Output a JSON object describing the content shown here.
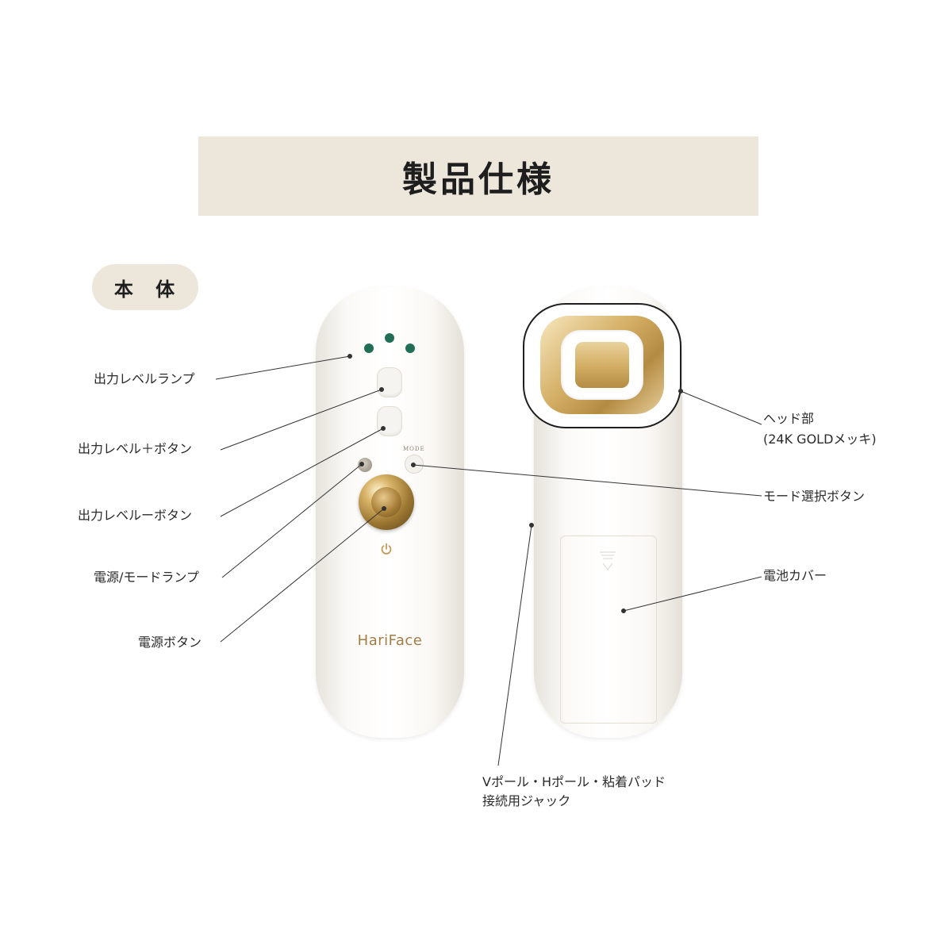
{
  "banner": {
    "title": "製品仕様"
  },
  "section": {
    "label": "本 体"
  },
  "device": {
    "brand": "HariFace",
    "mode_label": "MODE"
  },
  "labels": {
    "output_level_lamp": "出力レベルランプ",
    "output_level_plus": "出力レベル＋ボタン",
    "output_level_minus": "出力レベルーボタン",
    "power_mode_lamp": "電源/モードランプ",
    "power_button": "電源ボタン",
    "head_line1": "ヘッド部",
    "head_line2": "(24K GOLDメッキ)",
    "mode_select": "モード選択ボタン",
    "battery_cover": "電池カバー",
    "jack_line1": "Vポール・Hポール・粘着パッド",
    "jack_line2": "接続用ジャック"
  },
  "colors": {
    "banner_bg": "#ece6db",
    "led_green": "#1f6e55",
    "gold": "#c9a055",
    "brand_text": "#a27c45"
  }
}
